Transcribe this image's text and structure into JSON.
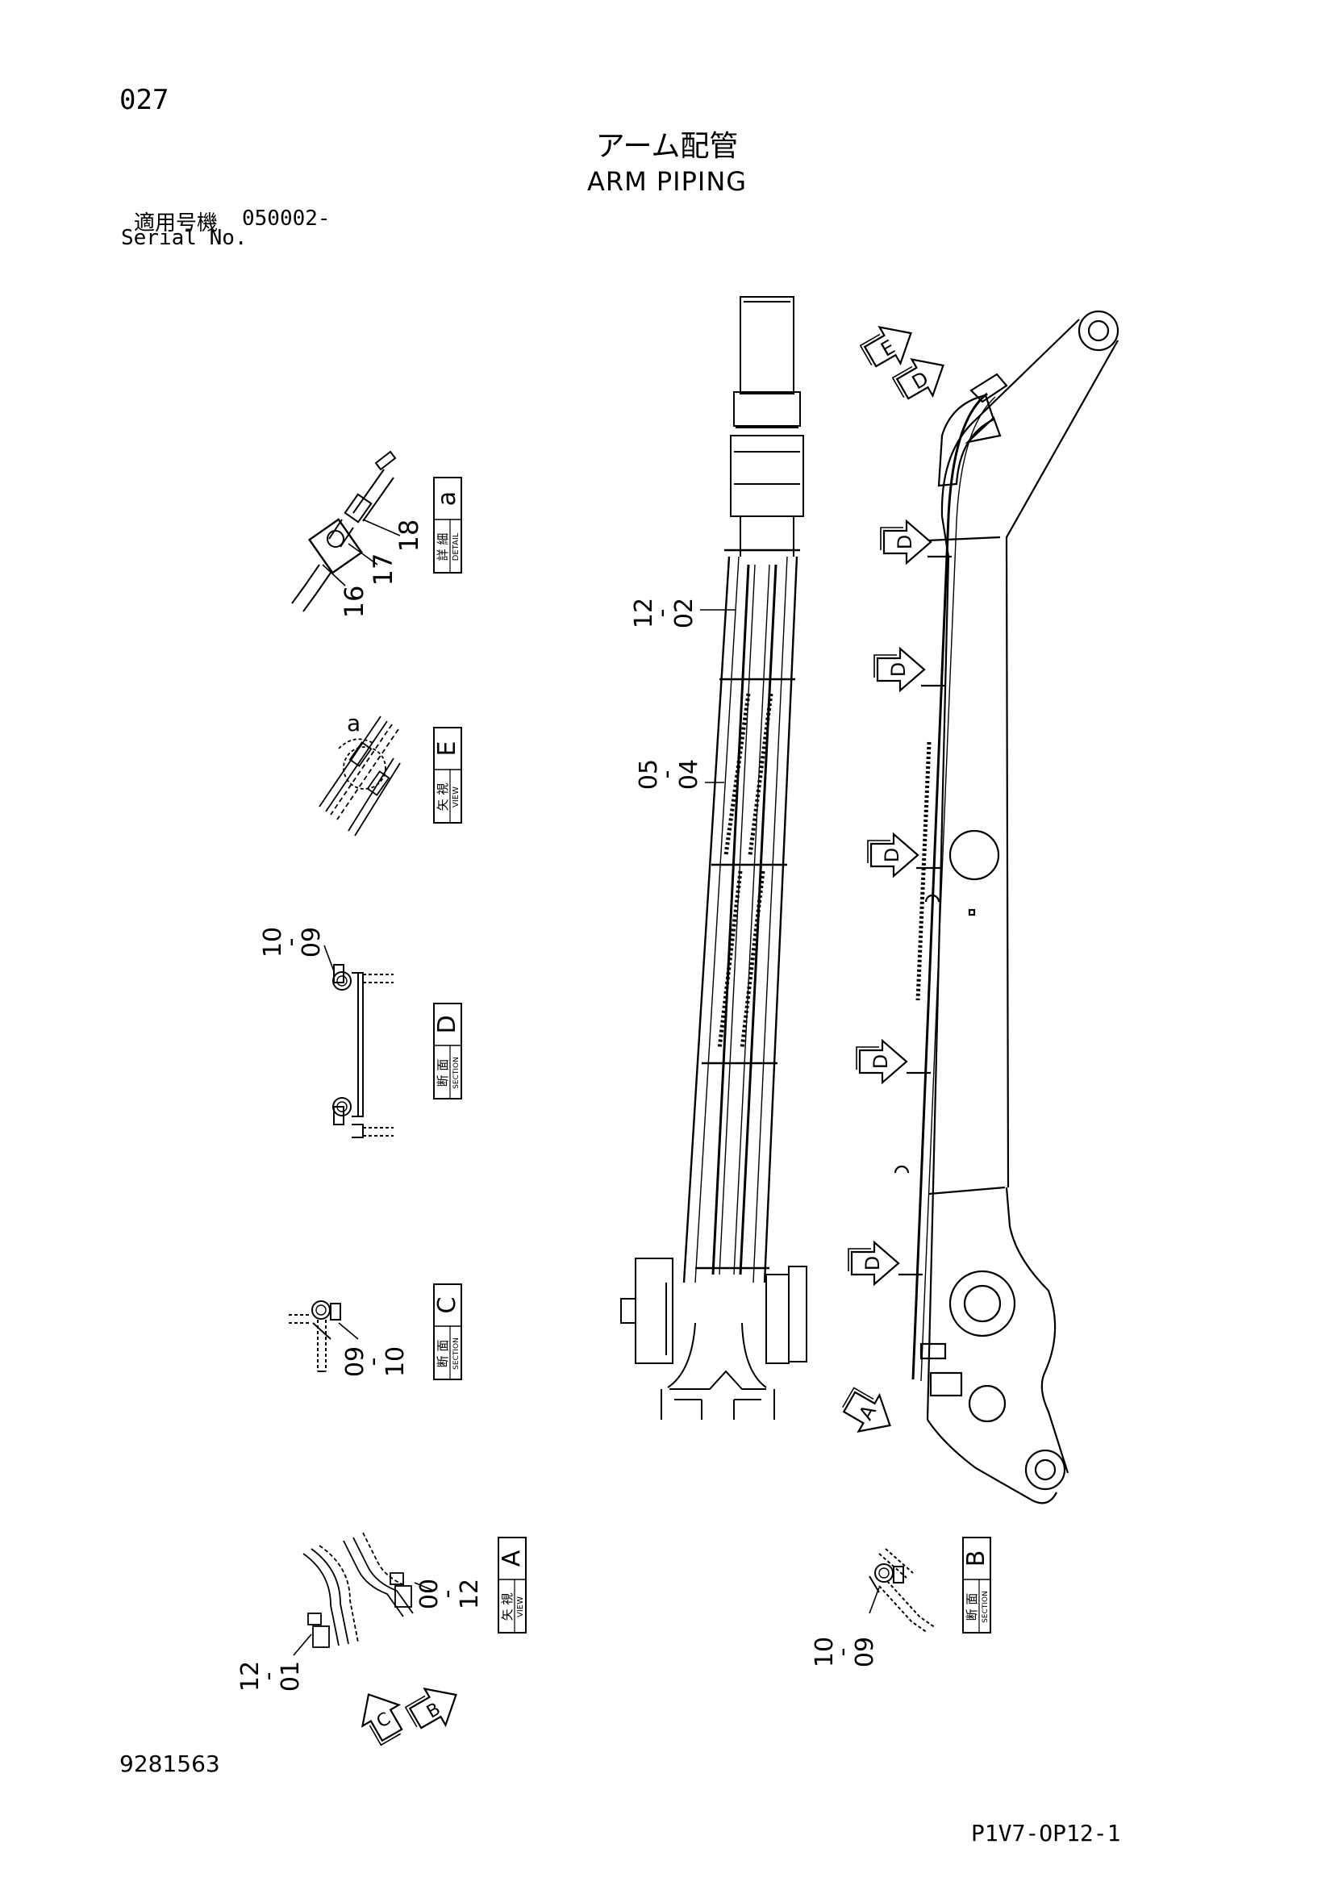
{
  "header": {
    "page_number": "027",
    "title_ja": "アーム配管",
    "title_en": "ARM PIPING",
    "serial_label_ja": "適用号機",
    "serial_label_en": "Serial No.",
    "serial_range": "050002-"
  },
  "footer": {
    "doc_number": "9281563",
    "ref_code": "P1V7-OP12-1"
  },
  "views": {
    "detail_a": {
      "letter": "a",
      "kanji": "詳 細",
      "word": "DETAIL"
    },
    "view_e": {
      "letter": "E",
      "kanji": "矢 視",
      "word": "VIEW"
    },
    "section_d": {
      "letter": "D",
      "kanji": "断 面",
      "word": "SECTION"
    },
    "section_c": {
      "letter": "C",
      "kanji": "断 面",
      "word": "SECTION"
    },
    "view_a": {
      "letter": "A",
      "kanji": "矢 視",
      "word": "VIEW"
    },
    "section_b": {
      "letter": "B",
      "kanji": "断 面",
      "word": "SECTION"
    }
  },
  "callouts": {
    "c16": "16",
    "c17": "17",
    "c18": "18",
    "detail_mark": "a",
    "d_top": "10",
    "d_bottom": "09",
    "c_top": "09",
    "c_bottom": "10",
    "a_left_top": "00",
    "a_left_bottom": "12",
    "a_under_top": "12",
    "a_under_bottom": "01",
    "b_top": "10",
    "b_bottom": "09",
    "mid_upper_top": "12",
    "mid_upper_bottom": "02",
    "mid_lower_top": "05",
    "mid_lower_bottom": "04",
    "dash": "-"
  },
  "arrows": {
    "e": "E",
    "d": "D",
    "a": "A",
    "b": "B",
    "c": "C"
  }
}
